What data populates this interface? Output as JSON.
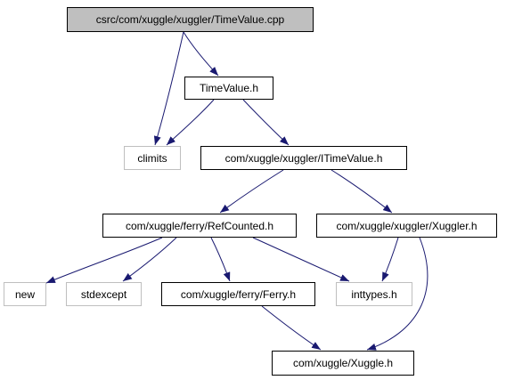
{
  "graph": {
    "edge_color": "#191970",
    "nodes": [
      {
        "id": "timevalue_cpp",
        "label": "csrc/com/xuggle/xuggler/TimeValue.cpp",
        "style": "root"
      },
      {
        "id": "timevalue_h",
        "label": "TimeValue.h",
        "style": "solid"
      },
      {
        "id": "climits",
        "label": "climits",
        "style": "missing"
      },
      {
        "id": "itimevalue_h",
        "label": "com/xuggle/xuggler/ITimeValue.h",
        "style": "solid"
      },
      {
        "id": "refcounted_h",
        "label": "com/xuggle/ferry/RefCounted.h",
        "style": "solid"
      },
      {
        "id": "xuggler_h",
        "label": "com/xuggle/xuggler/Xuggler.h",
        "style": "solid"
      },
      {
        "id": "new",
        "label": "new",
        "style": "missing"
      },
      {
        "id": "stdexcept",
        "label": "stdexcept",
        "style": "missing"
      },
      {
        "id": "ferry_h",
        "label": "com/xuggle/ferry/Ferry.h",
        "style": "solid"
      },
      {
        "id": "inttypes_h",
        "label": "inttypes.h",
        "style": "missing"
      },
      {
        "id": "xuggle_h",
        "label": "com/xuggle/Xuggle.h",
        "style": "solid"
      }
    ],
    "edges": [
      {
        "from": "timevalue_cpp",
        "to": "timevalue_h"
      },
      {
        "from": "timevalue_cpp",
        "to": "climits"
      },
      {
        "from": "timevalue_h",
        "to": "climits"
      },
      {
        "from": "timevalue_h",
        "to": "itimevalue_h"
      },
      {
        "from": "itimevalue_h",
        "to": "refcounted_h"
      },
      {
        "from": "itimevalue_h",
        "to": "xuggler_h"
      },
      {
        "from": "refcounted_h",
        "to": "new"
      },
      {
        "from": "refcounted_h",
        "to": "stdexcept"
      },
      {
        "from": "refcounted_h",
        "to": "ferry_h"
      },
      {
        "from": "refcounted_h",
        "to": "inttypes_h"
      },
      {
        "from": "xuggler_h",
        "to": "inttypes_h"
      },
      {
        "from": "xuggler_h",
        "to": "xuggle_h"
      },
      {
        "from": "ferry_h",
        "to": "xuggle_h"
      }
    ]
  }
}
